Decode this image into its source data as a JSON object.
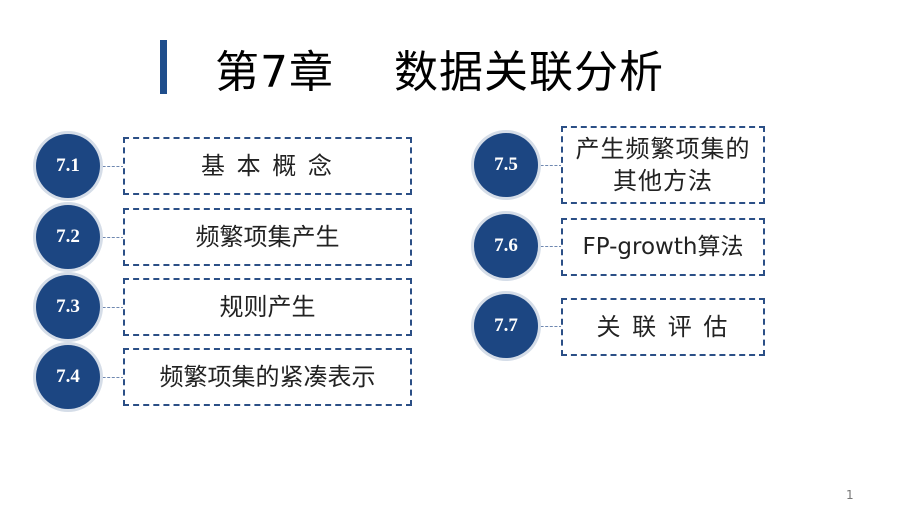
{
  "title": "第7章    数据关联分析",
  "items": [
    {
      "num": "7.1",
      "label": "基 本 概 念"
    },
    {
      "num": "7.2",
      "label": "频繁项集产生"
    },
    {
      "num": "7.3",
      "label": "规则产生"
    },
    {
      "num": "7.4",
      "label": "频繁项集的紧凑表示"
    },
    {
      "num": "7.5",
      "label": "产生频繁项集的\n其他方法"
    },
    {
      "num": "7.6",
      "label": "FP-growth算法"
    },
    {
      "num": "7.7",
      "label": "关 联 评 估"
    }
  ],
  "page_number": "1",
  "colors": {
    "accent": "#1c4682",
    "border": "#2b4f86"
  }
}
